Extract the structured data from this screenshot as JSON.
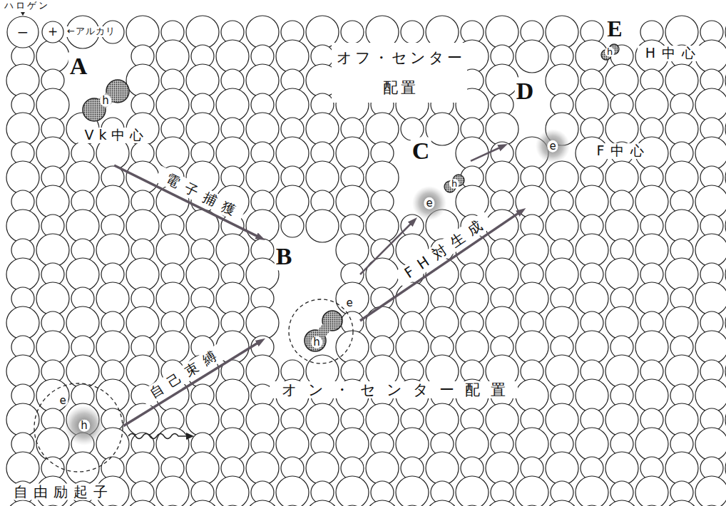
{
  "diagram": {
    "nodes": [
      {
        "text": [
          "−"
        ]
      },
      {
        "text": [
          "+"
        ]
      },
      {
        "text": [
          "A",
          "h",
          "Vk中心"
        ]
      },
      {
        "text": [
          "B",
          "e",
          "h",
          "オン・センター配置"
        ]
      },
      {
        "text": [
          "C",
          "h",
          "e",
          "オフ・センター 配置"
        ]
      },
      {
        "text": [
          "D",
          "e",
          "F中心"
        ]
      },
      {
        "text": [
          "E",
          "h",
          "H中心"
        ]
      },
      {
        "text": [
          "e",
          "h",
          "自由励起子"
        ]
      }
    ],
    "edges": [
      {
        "from": 2,
        "to": 3,
        "label": "電子捕獲",
        "arrow": "to"
      },
      {
        "from": 7,
        "to": 3,
        "label": "自己束縛",
        "arrow": "to"
      },
      {
        "from": 3,
        "to": 4,
        "arrow": "to"
      },
      {
        "from": 4,
        "to": 5,
        "arrow": "to"
      },
      {
        "from": 3,
        "to": 5,
        "label": "FH対生成",
        "arrow": "to"
      }
    ],
    "labels": [
      "ハロゲン",
      "←アルカリ"
    ]
  }
}
